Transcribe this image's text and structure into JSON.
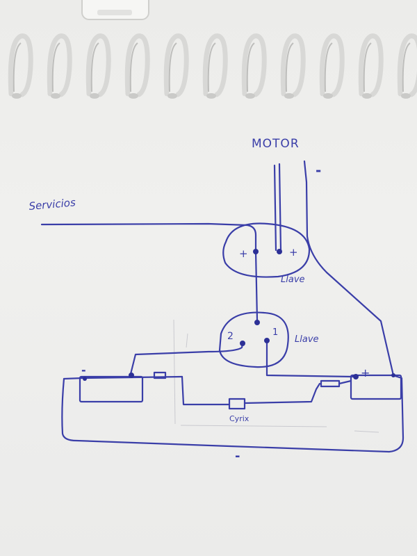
{
  "diagram": {
    "motor_label": "MOTOR",
    "motor_minus": "-",
    "servicios_label": "Servicios",
    "switch_top_plus_left": "+",
    "switch_top_plus_right": "+",
    "switch_top_label": "Llave",
    "switch_bottom_terminal_2": "2",
    "switch_bottom_terminal_1": "1",
    "switch_bottom_label": "Llave",
    "battery_left_minus": "-",
    "battery_right_plus": "+",
    "cyrix_label": "Cyrix",
    "chassis_minus": "-"
  },
  "colors": {
    "ink": "#3a3ea8",
    "paper": "#efefed",
    "spiral": "#d8d8d6"
  }
}
